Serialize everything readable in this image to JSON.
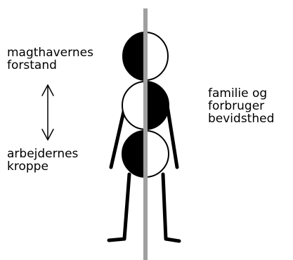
{
  "labels": {
    "top": {
      "line1": "magthavernes",
      "line2": "forstand"
    },
    "bottom": {
      "line1": "arbejdernes",
      "line2": "kroppe"
    },
    "right": {
      "line1": "familie og",
      "line2": "forbruger",
      "line3": "bevidsthed"
    }
  },
  "colors": {
    "axis": "#a0a0a0",
    "ink": "#000000",
    "background": "#ffffff"
  }
}
